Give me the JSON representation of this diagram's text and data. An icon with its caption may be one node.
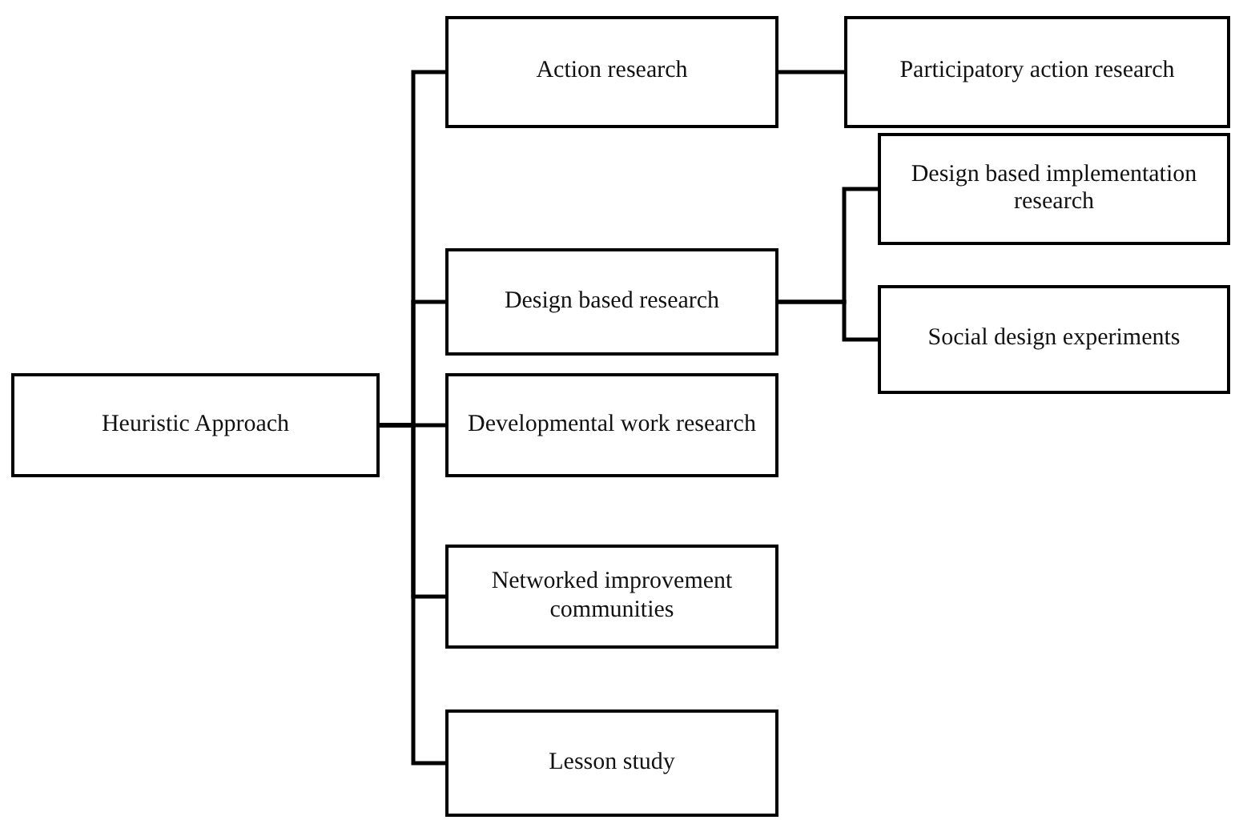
{
  "diagram": {
    "nodes": [
      {
        "text": [
          "Heuristic Approach"
        ]
      },
      {
        "text": [
          "Action research"
        ]
      },
      {
        "text": [
          "Participatory action research"
        ]
      },
      {
        "text": [
          "Design based research"
        ]
      },
      {
        "text": [
          "Design based implementation research"
        ]
      },
      {
        "text": [
          "Social design experiments"
        ]
      },
      {
        "text": [
          "Developmental work research"
        ]
      },
      {
        "text": [
          "Networked improvement communities"
        ]
      },
      {
        "text": [
          "Lesson study"
        ]
      }
    ],
    "edges": [
      {
        "from": 0,
        "to": 1,
        "arrow": "none"
      },
      {
        "from": 1,
        "to": 2,
        "arrow": "none"
      },
      {
        "from": 0,
        "to": 3,
        "arrow": "none"
      },
      {
        "from": 3,
        "to": 4,
        "arrow": "none"
      },
      {
        "from": 3,
        "to": 5,
        "arrow": "none"
      },
      {
        "from": 0,
        "to": 6,
        "arrow": "none"
      },
      {
        "from": 0,
        "to": 7,
        "arrow": "none"
      },
      {
        "from": 0,
        "to": 8,
        "arrow": "none"
      }
    ]
  }
}
